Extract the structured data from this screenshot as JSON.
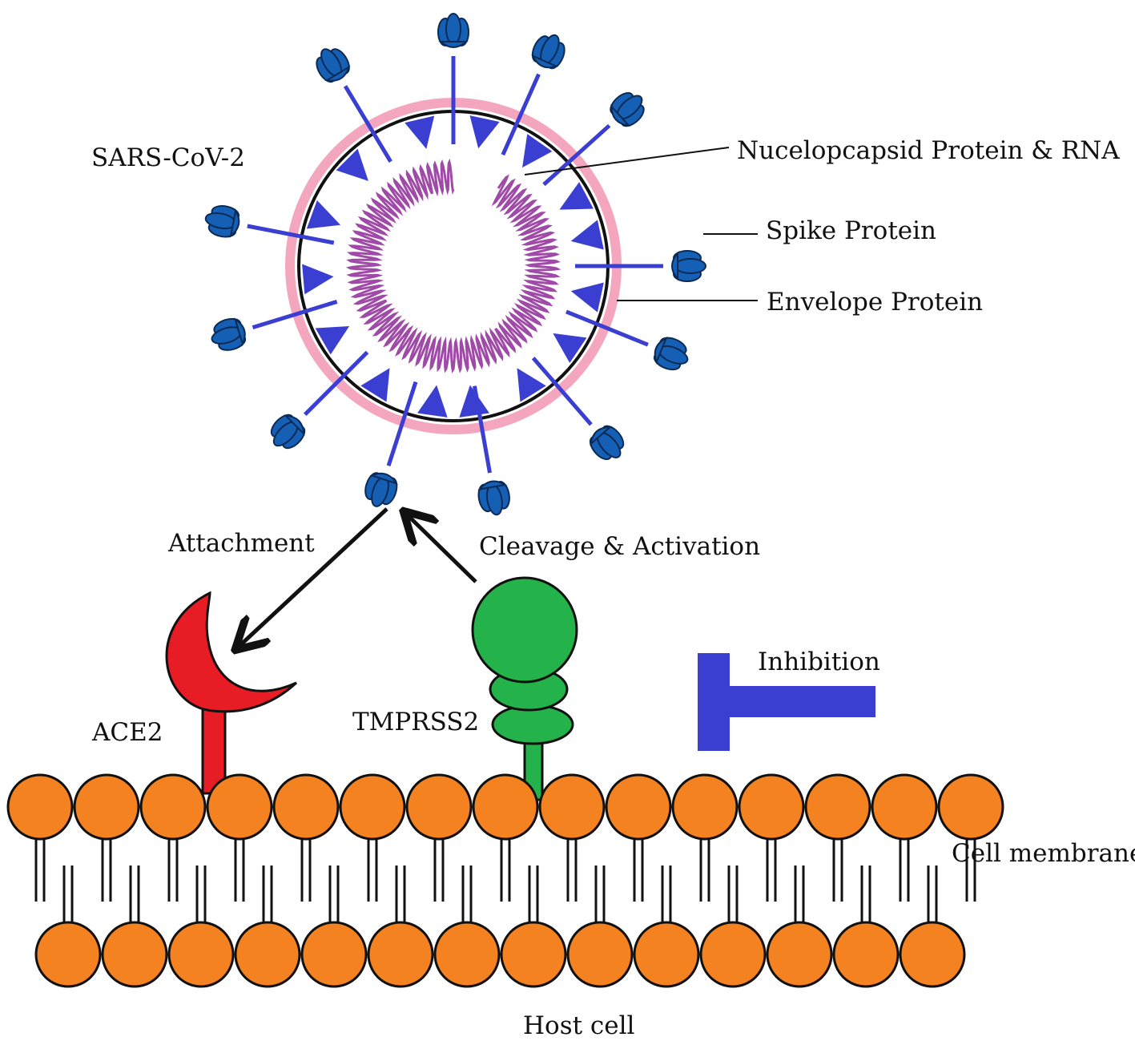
{
  "labels": {
    "virus": "SARS-CoV-2",
    "nucleocapsid": "Nucelopcapsid Protein & RNA",
    "spike": "Spike Protein",
    "envelope": "Envelope Protein",
    "attachment": "Attachment",
    "cleavage": "Cleavage & Activation",
    "ace2": "ACE2",
    "tmprss2": "TMPRSS2",
    "inhibition": "Inhibition",
    "membrane": "Cell membrane",
    "host": "Host cell"
  },
  "colors": {
    "envelope_ring": "#f4a6bf",
    "spike_stalk": "#3b3fd1",
    "spike_head": "#1560b4",
    "rna": "#a04aa8",
    "ace2": "#e81c25",
    "tmprss2": "#24b34b",
    "lipid_head": "#f58220",
    "inhibitor": "#3b3fd1",
    "outline": "#111111"
  }
}
